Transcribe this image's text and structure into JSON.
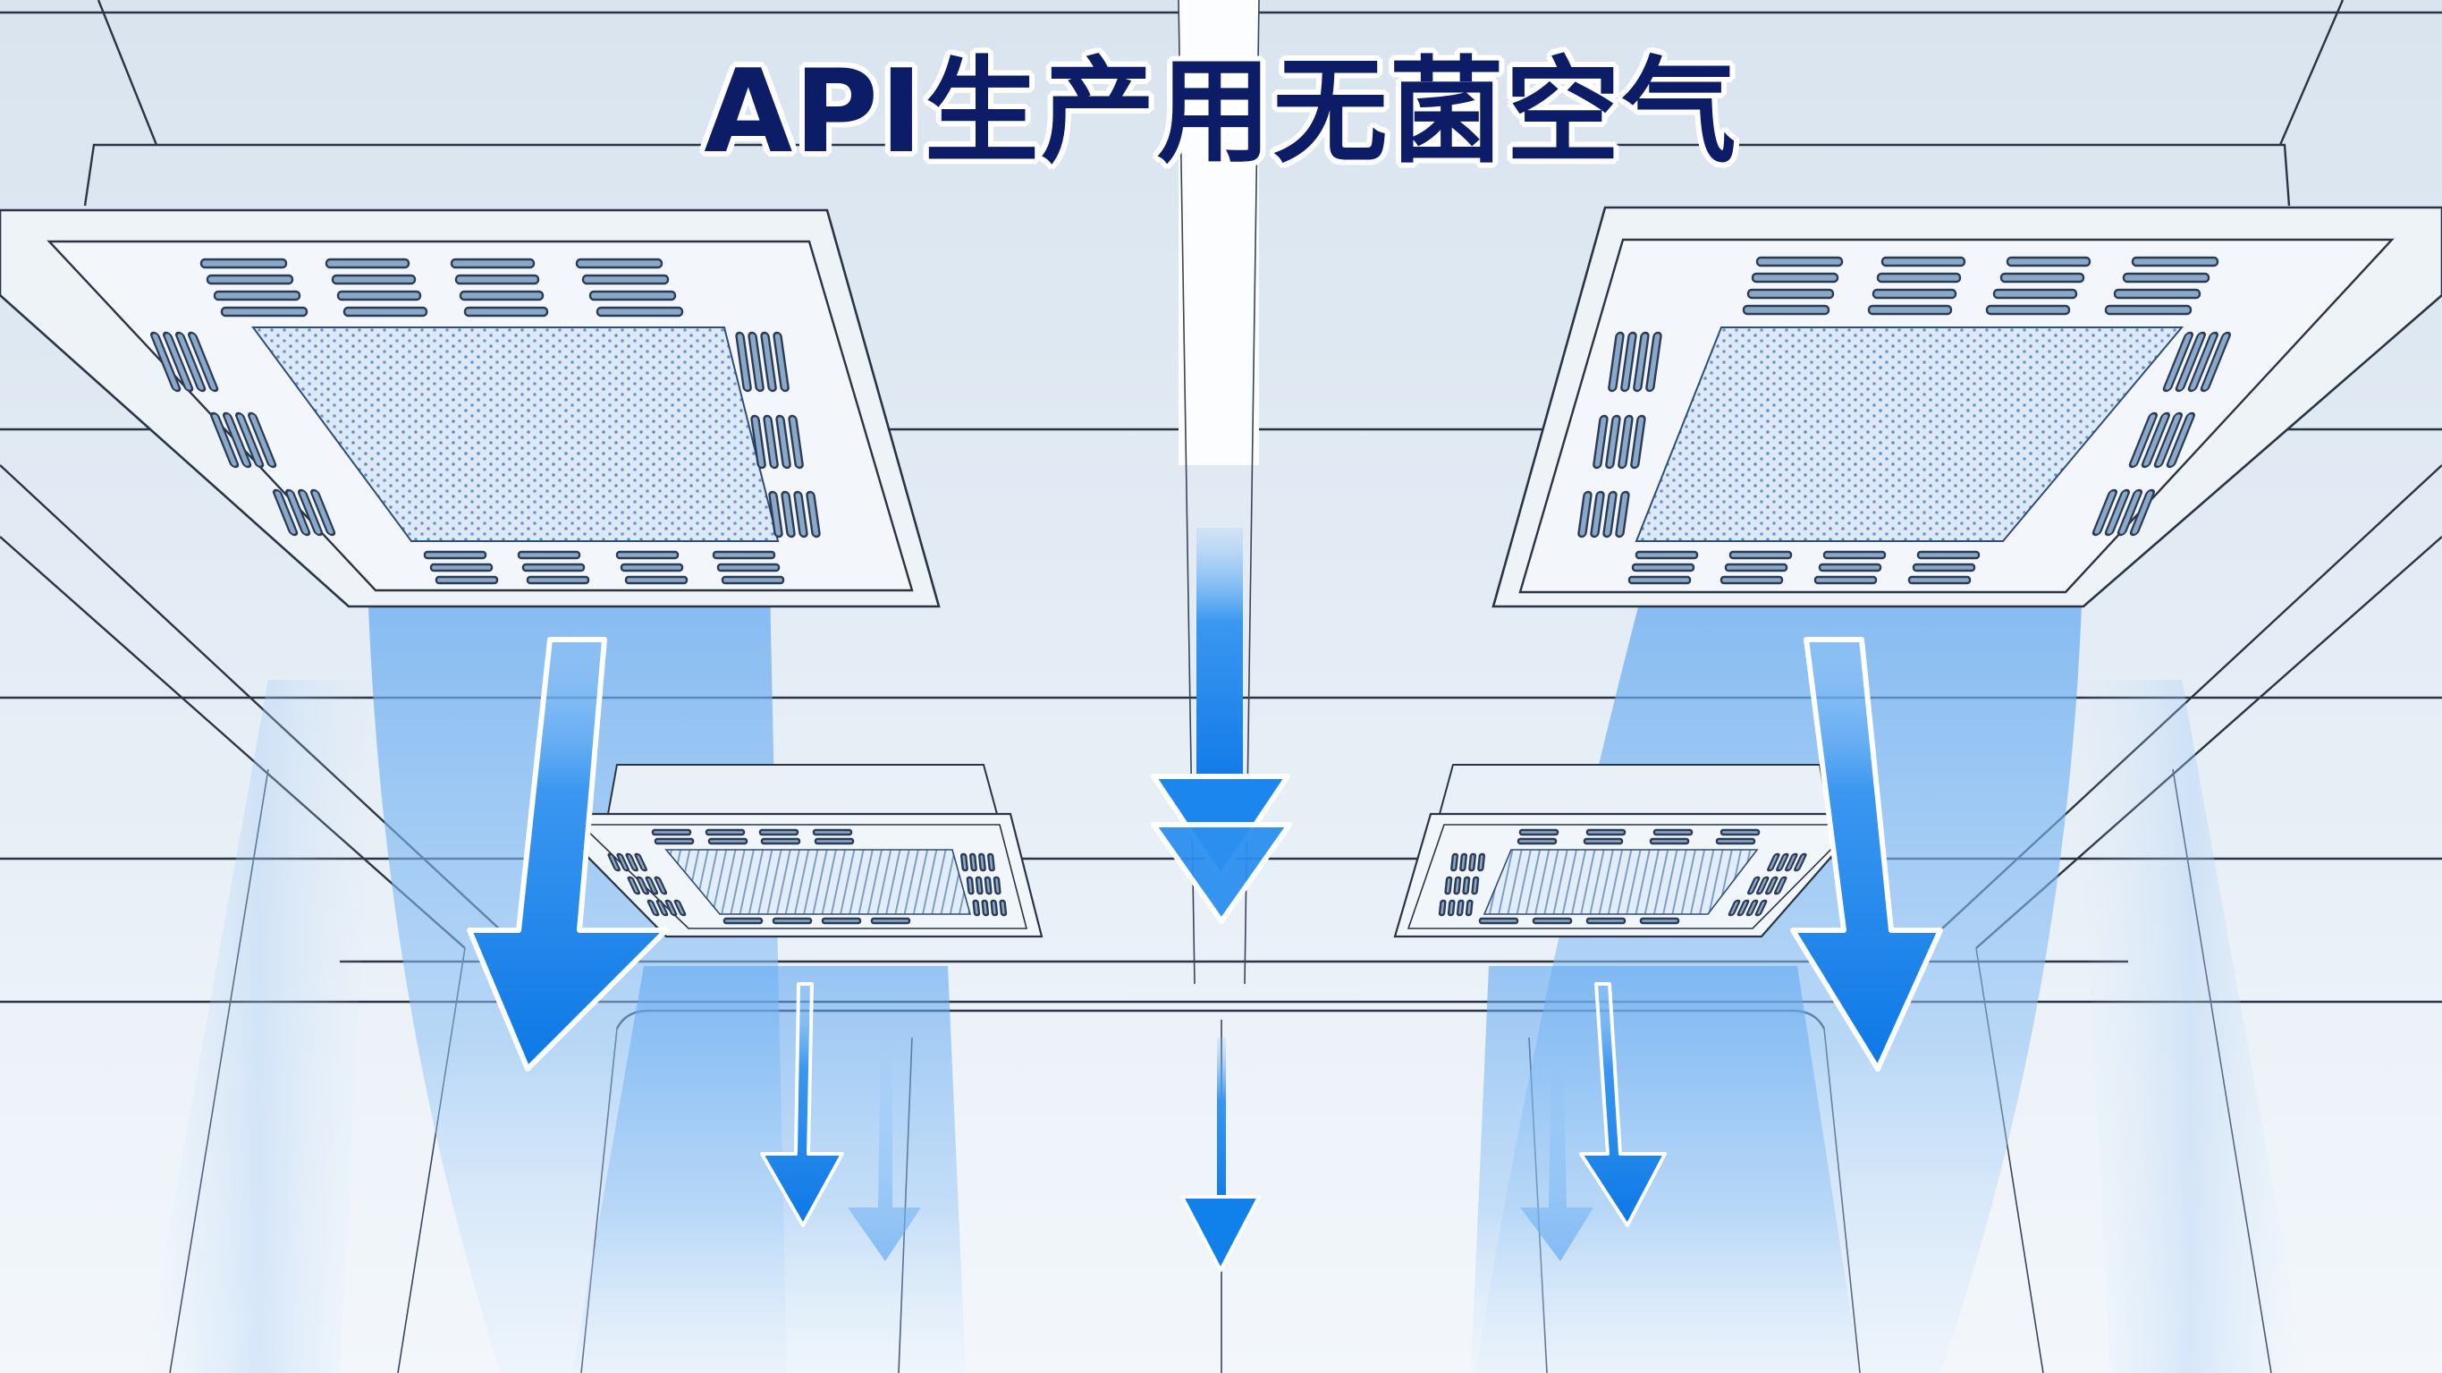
{
  "title": "API生产用无菌空气",
  "colors": {
    "background": "#e4edf5",
    "ceiling": "#dbe6f0",
    "title_text": "#0c1c66",
    "title_outline": "#ffffff",
    "arrow_blue": "#1683ec",
    "airflow_blue": "#6fb1f2",
    "line": "#2a3445"
  },
  "scene": {
    "description": "Cleanroom ceiling with HEPA filter diffusers and downward sterile airflow arrows",
    "diffusers": [
      {
        "id": "top-left",
        "label": "hepa-diffuser"
      },
      {
        "id": "top-right",
        "label": "hepa-diffuser"
      },
      {
        "id": "lower-left",
        "label": "hepa-diffuser"
      },
      {
        "id": "lower-right",
        "label": "hepa-diffuser"
      }
    ],
    "arrows_count": 9
  }
}
